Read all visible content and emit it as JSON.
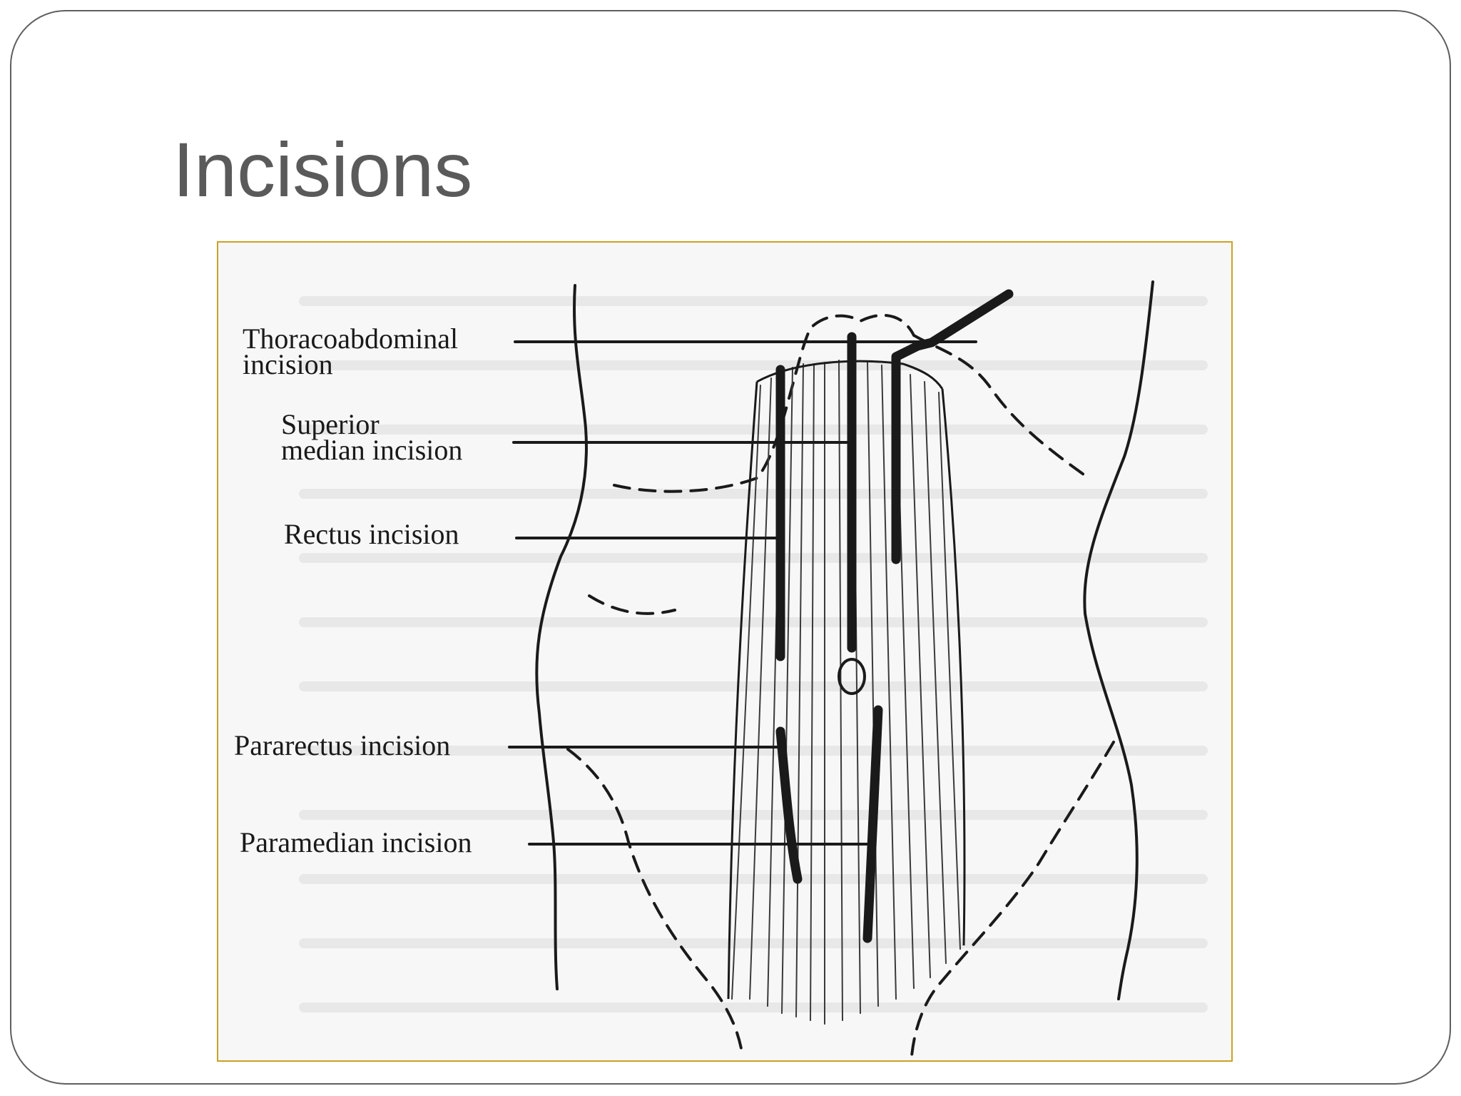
{
  "slide": {
    "title": "Incisions"
  },
  "diagram": {
    "labels": {
      "thoracoabdominal_line1": "Thoracoabdominal",
      "thoracoabdominal_line2": "incision",
      "superior_median_line1": "Superior",
      "superior_median_line2": "median incision",
      "rectus": "Rectus incision",
      "pararectus": "Pararectus incision",
      "paramedian": "Paramedian incision"
    },
    "colors": {
      "frame_border": "#c9a227",
      "ink": "#1a1a1a",
      "title": "#5a5a5a"
    }
  }
}
